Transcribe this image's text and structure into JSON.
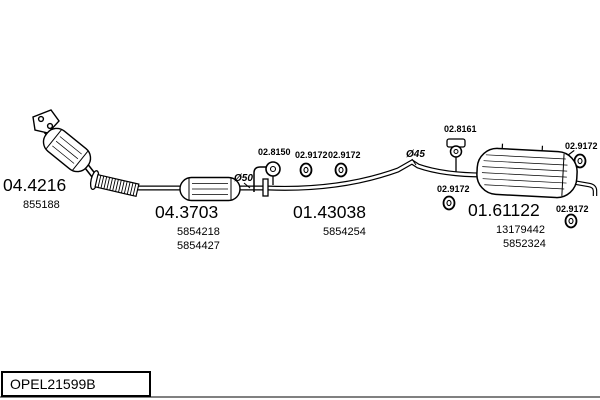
{
  "colors": {
    "ink": "#000000",
    "background": "#ffffff"
  },
  "footer": {
    "code": "OPEL21599B"
  },
  "diagram": {
    "main_parts": [
      {
        "code": "04.4216",
        "refs": [
          "855188"
        ]
      },
      {
        "code": "04.3703",
        "refs": [
          "5854218",
          "5854427"
        ]
      },
      {
        "code": "01.43038",
        "refs": [
          "5854254"
        ]
      },
      {
        "code": "01.61122",
        "refs": [
          "13179442",
          "5852324"
        ]
      }
    ],
    "small_parts": [
      {
        "code": "02.8150"
      },
      {
        "code": "02.9172"
      },
      {
        "code": "02.9172"
      },
      {
        "code": "02.8161"
      },
      {
        "code": "02.9172"
      },
      {
        "code": "02.9172"
      },
      {
        "code": "02.9172"
      }
    ],
    "diameters": [
      {
        "label": "Ø50"
      },
      {
        "label": "Ø45"
      }
    ]
  }
}
